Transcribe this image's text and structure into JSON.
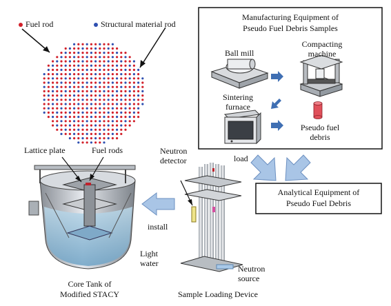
{
  "legend": {
    "fuel_rod": "Fuel rod",
    "structural_rod": "Structural material rod",
    "fuel_color": "#d2202a",
    "structural_color": "#2e4fb0"
  },
  "manufacturing_box": {
    "title_line1": "Manufacturing Equipment of",
    "title_line2": "Pseudo Fuel Debris Samples",
    "ball_mill": "Ball mill",
    "compacting_line1": "Compacting",
    "compacting_line2": "machine",
    "sintering_line1": "Sintering",
    "sintering_line2": "furnace",
    "pseudo_line1": "Pseudo fuel",
    "pseudo_line2": "debris"
  },
  "analytical_box": {
    "line1": "Analytical Equipment of",
    "line2": "Pseudo Fuel Debris"
  },
  "labels": {
    "load": "load",
    "install": "install",
    "lattice_plate": "Lattice plate",
    "fuel_rods": "Fuel rods",
    "neutron_detector_line1": "Neutron",
    "neutron_detector_line2": "detector",
    "light_water_line1": "Light",
    "light_water_line2": "water",
    "neutron_source_line1": "Neutron",
    "neutron_source_line2": "source",
    "core_tank_line1": "Core Tank of",
    "core_tank_line2": "Modified STACY",
    "sample_loading": "Sample Loading Device"
  },
  "colors": {
    "arrow_fill": "#a9c5e6",
    "arrow_stroke": "#6b8fc0",
    "water": "#9ec8e0",
    "pseudo_debris": "#e0505a"
  }
}
